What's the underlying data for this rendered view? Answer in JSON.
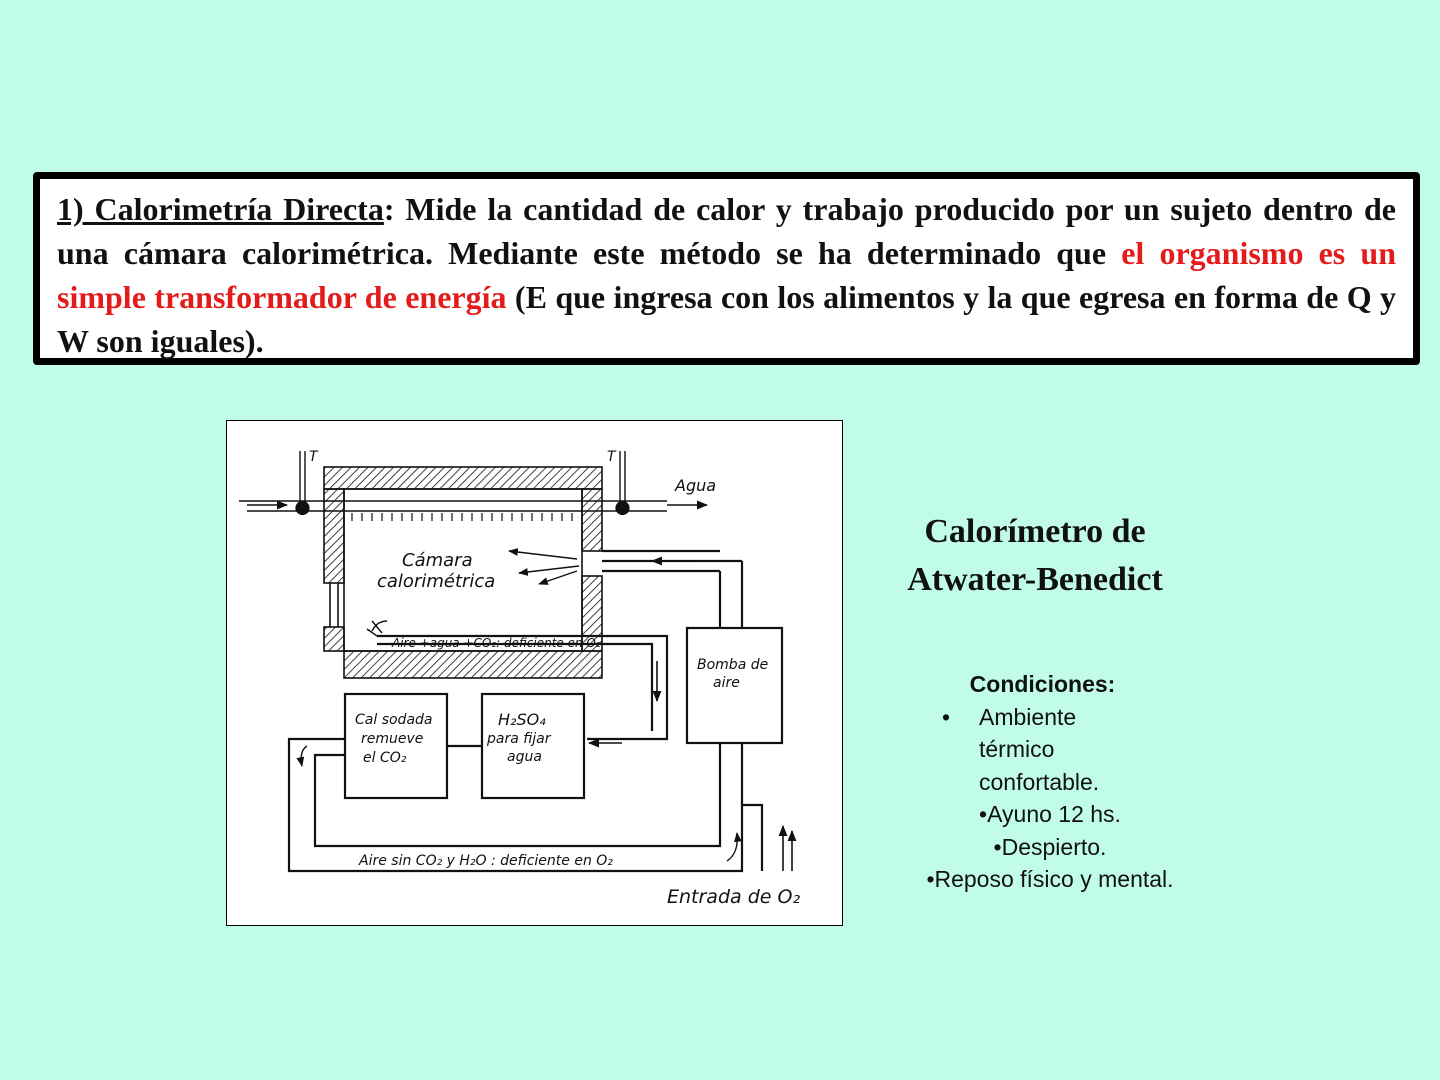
{
  "definition": {
    "term": "1) Calorimetría Directa",
    "colon": ":",
    "text_before": " Mide la cantidad de calor y trabajo producido por un sujeto dentro de una cámara calorimétrica. Mediante este método se ha determinado que ",
    "highlight": "el organismo es un simple transformador de energía",
    "text_after": " (E que ingresa con los alimentos y la que egresa en forma de Q y W son iguales)."
  },
  "figure": {
    "labels": {
      "t_left": "T",
      "t_right": "T",
      "agua": "Agua",
      "camara_line1": "Cámara",
      "camara_line2": "calorimétrica",
      "aire_deficiente": "Aire +agua +CO₂: deficiente  en O₂",
      "bomba_line1": "Bomba de",
      "bomba_line2": "aire",
      "cal_line1": "Cal sodada",
      "cal_line2": "remueve",
      "cal_line3": "el CO₂",
      "h2so4_line1": "H₂SO₄",
      "h2so4_line2": "para fijar",
      "h2so4_line3": "agua",
      "aire_sin": "Aire  sin  CO₂  y H₂O : deficiente  en O₂",
      "entrada": "Entrada de O₂"
    }
  },
  "caption": {
    "line1": "Calorímetro de",
    "line2": "Atwater-Benedict"
  },
  "conditions": {
    "title": "Condiciones:",
    "bullet": "•",
    "item1_line1": "Ambiente",
    "item1_line2": "térmico",
    "item1_line3": "confortable.",
    "item2": "•Ayuno 12 hs.",
    "item3": "•Despierto.",
    "item4": "•Reposo  físico y mental."
  }
}
